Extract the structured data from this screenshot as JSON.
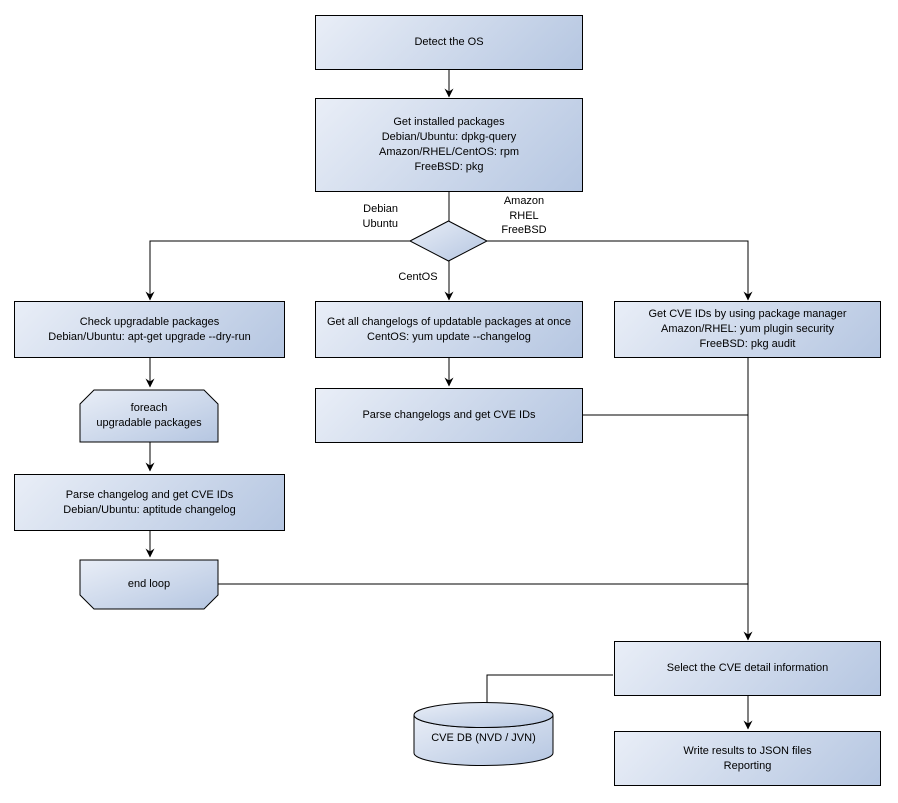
{
  "diagram": {
    "nodes": {
      "detect_os": {
        "label": "Detect the OS"
      },
      "get_installed_packages": {
        "label": "Get installed packages\nDebian/Ubuntu: dpkg-query\nAmazon/RHEL/CentOS: rpm\nFreeBSD: pkg"
      },
      "check_upgradable": {
        "label": "Check upgradable packages\nDebian/Ubuntu: apt-get upgrade --dry-run"
      },
      "foreach_loop": {
        "label": "foreach\nupgradable packages"
      },
      "parse_changelog_debian": {
        "label": "Parse changelog and get CVE IDs\nDebian/Ubuntu: aptitude changelog"
      },
      "end_loop": {
        "label": "end loop"
      },
      "get_all_changelogs": {
        "label": "Get all changelogs of updatable packages at once\nCentOS: yum update --changelog"
      },
      "parse_changelogs_centos": {
        "label": "Parse changelogs and get CVE IDs"
      },
      "get_cve_ids_pkg_manager": {
        "label": "Get CVE IDs by using package manager\nAmazon/RHEL: yum plugin security\nFreeBSD: pkg audit"
      },
      "select_cve_detail": {
        "label": "Select the CVE detail information"
      },
      "write_results": {
        "label": "Write results to JSON files\nReporting"
      },
      "cve_db": {
        "label": "CVE DB (NVD / JVN)"
      }
    },
    "edge_labels": {
      "debian_ubuntu": "Debian\nUbuntu",
      "amazon_rhel_freebsd": "Amazon\nRHEL\nFreeBSD",
      "centos": "CentOS"
    },
    "colors": {
      "node_fill_light": "#e9eef7",
      "node_fill_dark": "#b5c6e1",
      "node_border": "#000000",
      "connector": "#000000",
      "background": "#ffffff",
      "text": "#000000"
    }
  }
}
